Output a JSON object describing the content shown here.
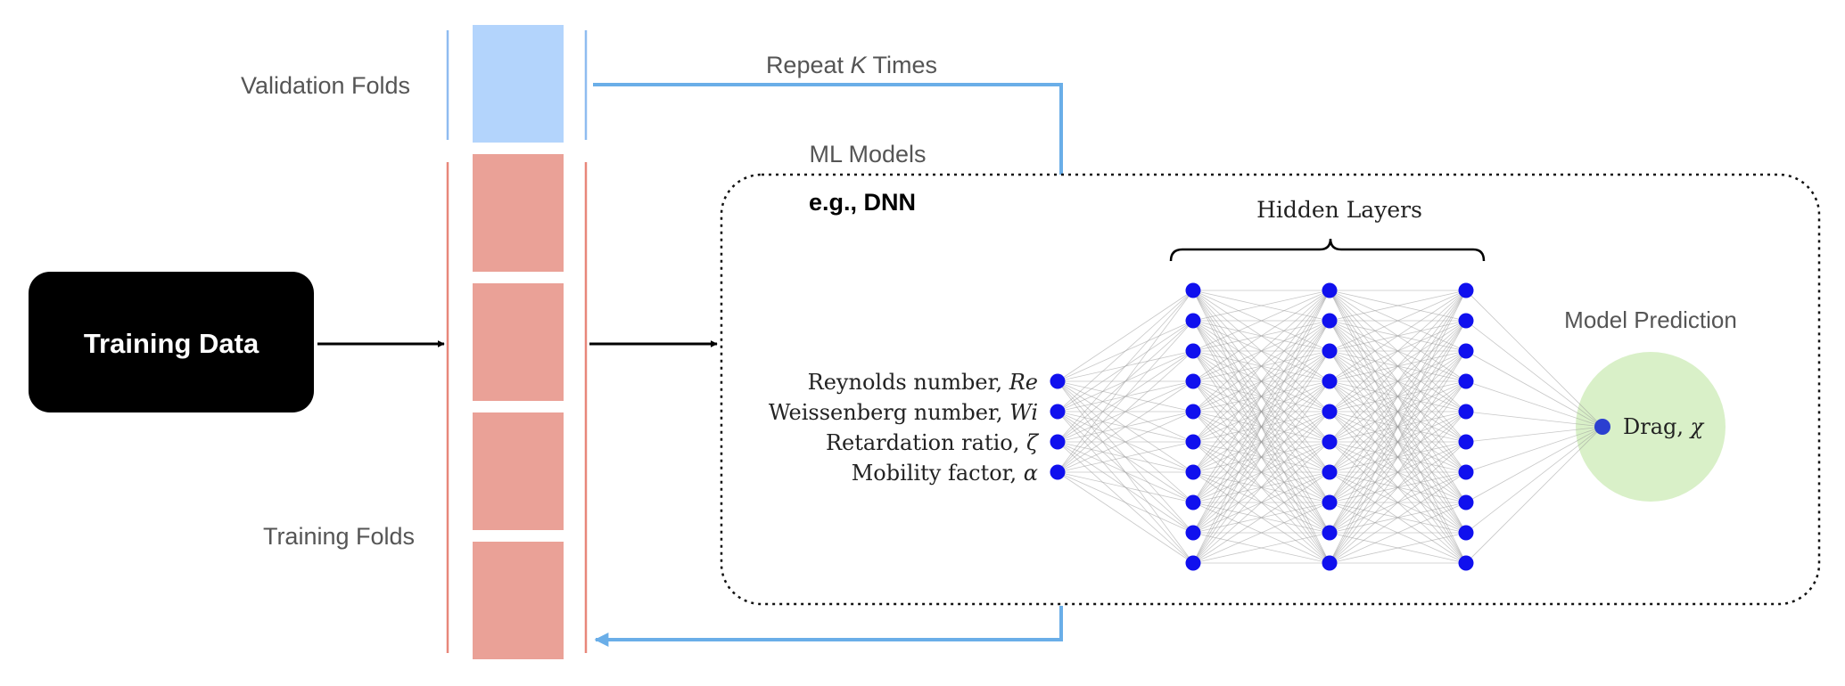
{
  "diagram": {
    "training_data_label": "Training Data",
    "validation_folds_label": "Validation Folds",
    "training_folds_label": "Training Folds",
    "repeat_label_prefix": "Repeat ",
    "repeat_label_k": "K",
    "repeat_label_suffix": " Times",
    "ml_models_label": "ML Models",
    "example_label": "e.g., DNN",
    "hidden_layers_label": "Hidden Layers",
    "model_prediction_label": "Model Prediction",
    "inputs": [
      {
        "label": "Reynolds number, ",
        "symbol": "Re"
      },
      {
        "label": "Weissenberg number, ",
        "symbol": "Wi"
      },
      {
        "label": "Retardation ratio, ",
        "symbol": "ζ"
      },
      {
        "label": "Mobility factor, ",
        "symbol": "α"
      }
    ],
    "output": {
      "label": "Drag, ",
      "symbol": "χ"
    },
    "network": {
      "input_neurons": 4,
      "hidden_layers": [
        10,
        10,
        10
      ],
      "output_neurons": 1
    },
    "colors": {
      "training_data_box": "#000000",
      "validation_fold": "#b3d4fc",
      "training_fold": "#eaa197",
      "validation_bar": "#8fbcf0",
      "training_bar": "#e8877a",
      "loop_arrow": "#6aaee8",
      "neuron": "#1010ee",
      "prediction_circle": "#d9f0c8",
      "output_neuron": "#2b3fd0"
    }
  }
}
